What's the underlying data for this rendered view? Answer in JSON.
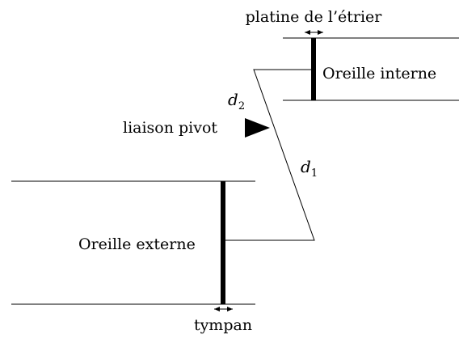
{
  "labels": {
    "stapes": "platine de l’étrier",
    "inner_ear": "Oreille interne",
    "outer_ear": "Oreille externe",
    "pivot": "liaison pivot",
    "eardrum": "tympan",
    "d1_var": "d",
    "d1_sub": "1",
    "d2_var": "d",
    "d2_sub": "2"
  },
  "colors": {
    "ink": "#000000",
    "background": "#ffffff"
  }
}
